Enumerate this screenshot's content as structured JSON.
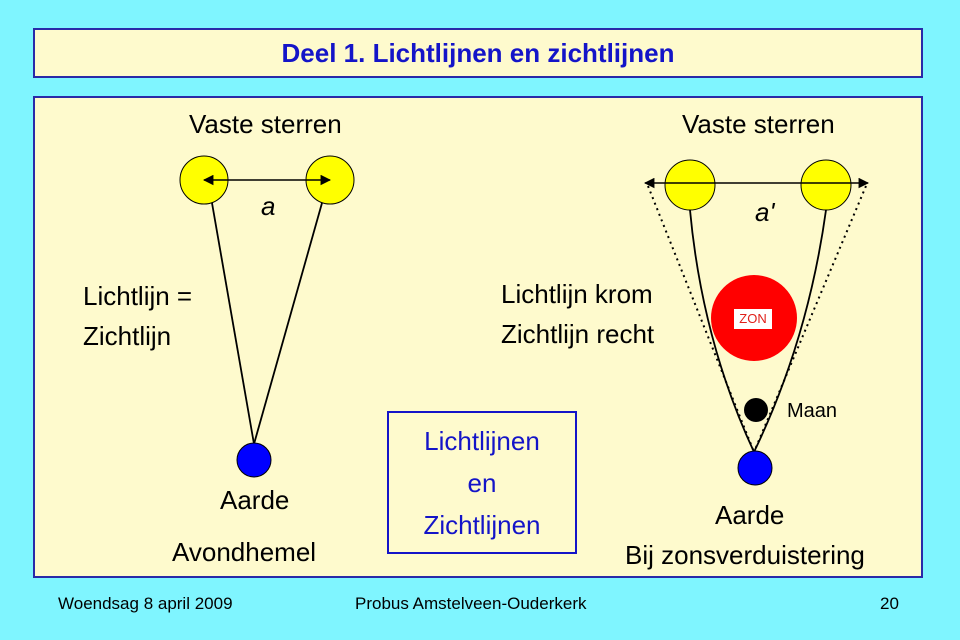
{
  "title": "Deel 1. Lichtlijnen en zichtlijnen",
  "left": {
    "stars_label": "Vaste sterren",
    "distance_label": "a",
    "line_label_1": "Lichtlijn =",
    "line_label_2": "Zichtlijn",
    "earth_label": "Aarde",
    "caption": "Avondhemel"
  },
  "right": {
    "stars_label": "Vaste sterren",
    "distance_label": "a'",
    "line_label_1": "Lichtlijn krom",
    "line_label_2": "Zichtlijn recht",
    "sun_label": "ZON",
    "moon_label": "Maan",
    "earth_label": "Aarde",
    "caption": "Bij zonsverduistering"
  },
  "center_box": {
    "line1": "Lichtlijnen",
    "line2": "en",
    "line3": "Zichtlijnen"
  },
  "footer": {
    "date": "Woendsag 8 april 2009",
    "organization": "Probus Amstelveen-Ouderkerk",
    "page_number": "20"
  },
  "colors": {
    "background": "#7ff5ff",
    "panel": "#fefacd",
    "title_text": "#1414c8",
    "border": "#2a2aa8",
    "star": "#ffff00",
    "earth": "#0000ff",
    "sun": "#ff0000",
    "moon": "#000000"
  }
}
